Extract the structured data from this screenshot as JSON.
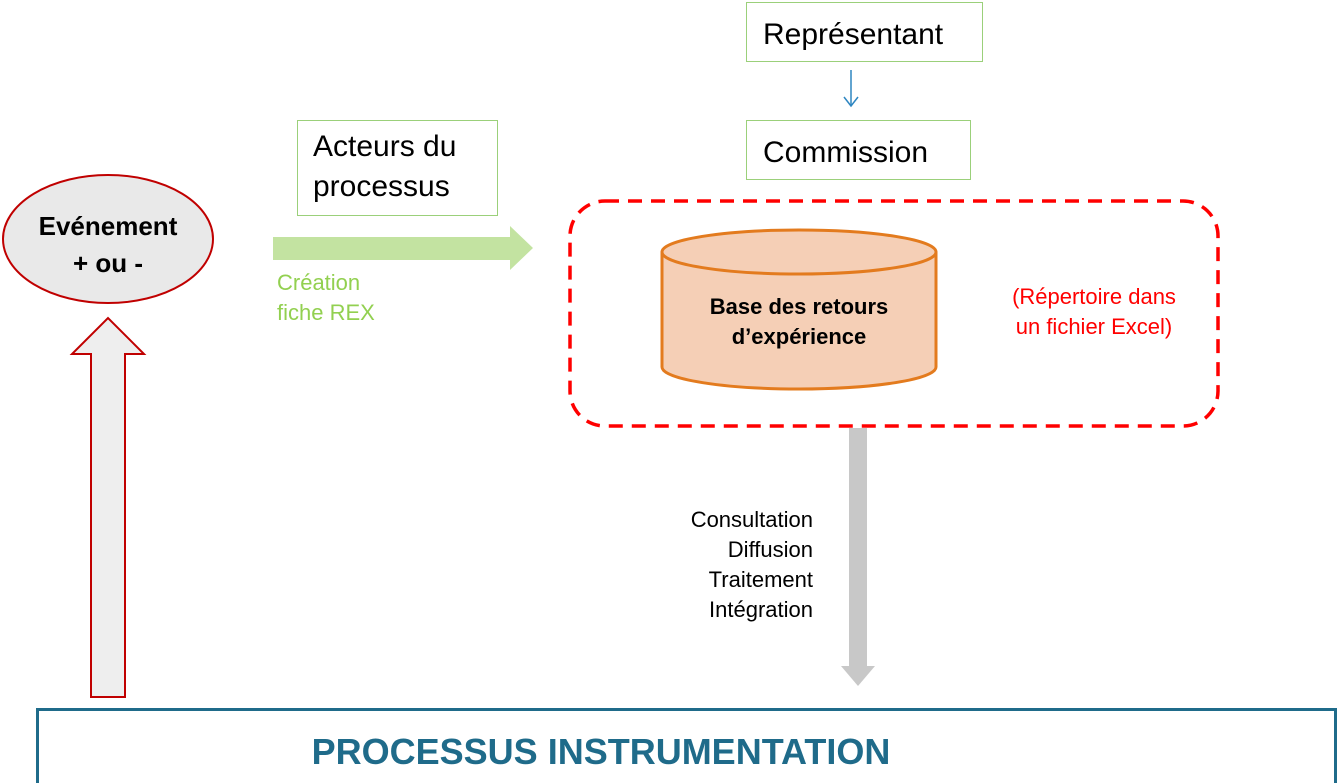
{
  "nodes": {
    "representant": "Représentant",
    "commission": "Commission",
    "acteurs": [
      "Acteurs du",
      "processus"
    ],
    "evenement": [
      "Evénement",
      "+ ou -"
    ],
    "creation": [
      "Création",
      "fiche REX"
    ],
    "base": [
      "Base des retours",
      "d’expérience"
    ],
    "repertoire": [
      "(Répertoire dans",
      "un fichier Excel)"
    ],
    "actions": [
      "Consultation",
      "Diffusion",
      "Traitement",
      "Intégration"
    ],
    "processus": "PROCESSUS INSTRUMENTATION"
  },
  "colors": {
    "green_border": "#9bd07a",
    "green_arrow": "#c3e3a1",
    "green_text": "#92d050",
    "red_dashed": "#ff0000",
    "red_arrow_outline": "#c00000",
    "ellipse_fill": "#e9e9e9",
    "ellipse_border": "#c00000",
    "cylinder_fill": "#f5cfb6",
    "cylinder_border": "#e37b1e",
    "gray_arrow": "#c8c8c8",
    "blue_arrow": "#2e86c1",
    "process_blue": "#1f6b8a"
  }
}
